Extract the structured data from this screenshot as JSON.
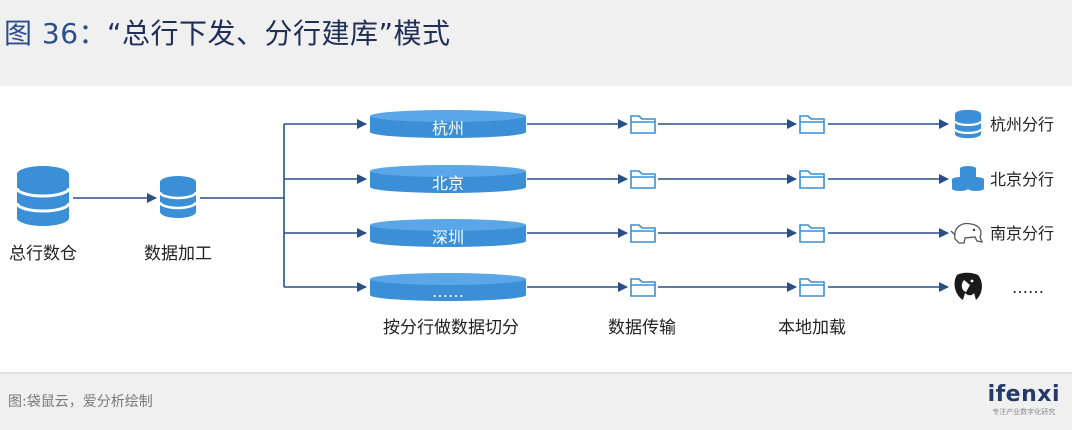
{
  "header": {
    "title_prefix": "图 36：",
    "title_text": "“总行下发、分行建库”模式"
  },
  "diagram": {
    "source_node": "总行数仓",
    "process_node": "数据加工",
    "cities": [
      "杭州",
      "北京",
      "深圳",
      "……"
    ],
    "destinations": [
      "杭州分行",
      "北京分行",
      "南京分行",
      "……"
    ],
    "stage_labels": {
      "split": "按分行做数据切分",
      "transfer": "数据传输",
      "load": "本地加载"
    },
    "destination_icons": [
      "database-icon",
      "database-cluster-icon",
      "hadoop-elephant-icon",
      "postgresql-elephant-icon"
    ]
  },
  "footer": {
    "source": "图:袋鼠云，爱分析绘制",
    "brand": "ifenxi",
    "brand_tagline": "专注产业数字化研究"
  },
  "colors": {
    "accent": "#3a8fd6",
    "line": "#2a4f86",
    "title": "#1f2f57"
  }
}
